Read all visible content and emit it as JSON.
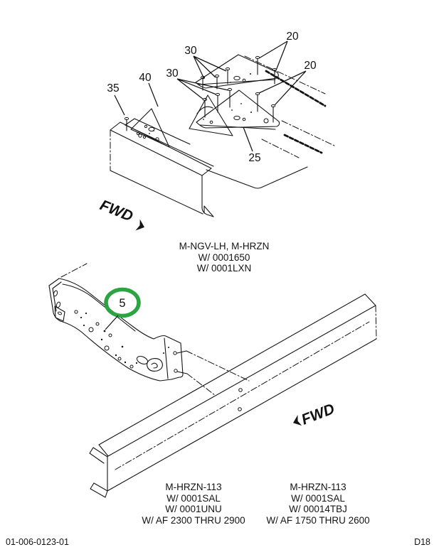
{
  "colors": {
    "line": "#141414",
    "background": "#ffffff",
    "highlight_green": "#2ca444"
  },
  "figure1": {
    "fwd_label": "FWD",
    "callouts": [
      {
        "label": "20"
      },
      {
        "label": "30"
      },
      {
        "label": "30"
      },
      {
        "label": "20"
      },
      {
        "label": "40"
      },
      {
        "label": "35"
      },
      {
        "label": "25"
      }
    ],
    "caption": {
      "line1": "M-NGV-LH, M-HRZN",
      "line2": "W/ 0001650",
      "line3": "W/ 0001LXN"
    }
  },
  "figure2": {
    "fwd_label": "FWD",
    "callout": {
      "label": "5",
      "highlighted": true
    },
    "caption_left": {
      "line1": "M-HRZN-113",
      "line2": "W/ 0001SAL",
      "line3": "W/ 0001UNU",
      "line4": "W/ AF 2300 THRU 2900"
    },
    "caption_right": {
      "line1": "M-HRZN-113",
      "line2": "W/ 0001SAL",
      "line3": "W/ 00014TBJ",
      "line4": "W/ AF 1750 THRU 2600"
    }
  },
  "footer": {
    "left": "01-006-0123-01",
    "right": "D18"
  }
}
